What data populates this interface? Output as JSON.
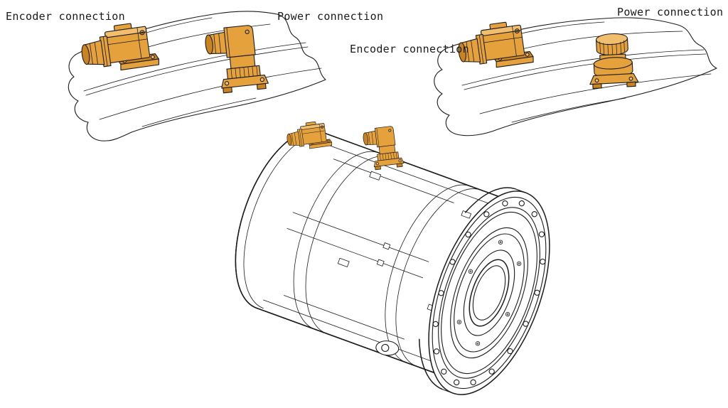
{
  "diagram": {
    "type": "technical-illustration",
    "views": {
      "left_detail": {
        "labels": {
          "encoder": "Encoder connection",
          "power": "Power connection"
        }
      },
      "right_detail": {
        "labels": {
          "encoder": "Encoder connection",
          "power": "Power connection"
        }
      }
    },
    "colors": {
      "connector_orange": "#E5A23C",
      "connector_orange_dark": "#C9831F",
      "connector_orange_light": "#F1BE6E",
      "line": "#1b1b1b",
      "background": "#ffffff"
    }
  }
}
